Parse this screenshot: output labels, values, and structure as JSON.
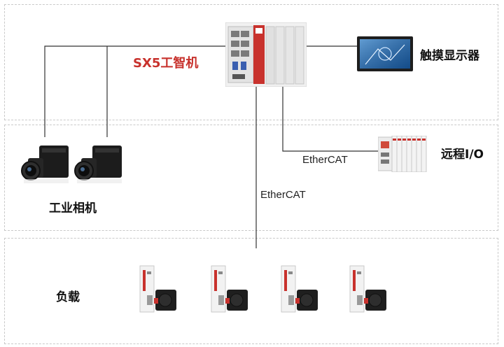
{
  "controller": {
    "label": "SX5工智机",
    "icon": "industrial-pc-icon"
  },
  "touchscreen": {
    "label": "触摸显示器",
    "icon": "touch-display-icon"
  },
  "remote_io": {
    "label": "远程I/O",
    "link_label": "EtherCAT",
    "icon": "remote-io-module-icon"
  },
  "cameras": {
    "label": "工业相机",
    "icon": "industrial-camera-icon"
  },
  "bus": {
    "label": "EtherCAT"
  },
  "load": {
    "label": "负载",
    "icon": "servo-drive-motor-icon"
  },
  "colors": {
    "accent": "#c8322d",
    "wire": "#333333",
    "dashed_border": "#c9c9c9"
  }
}
